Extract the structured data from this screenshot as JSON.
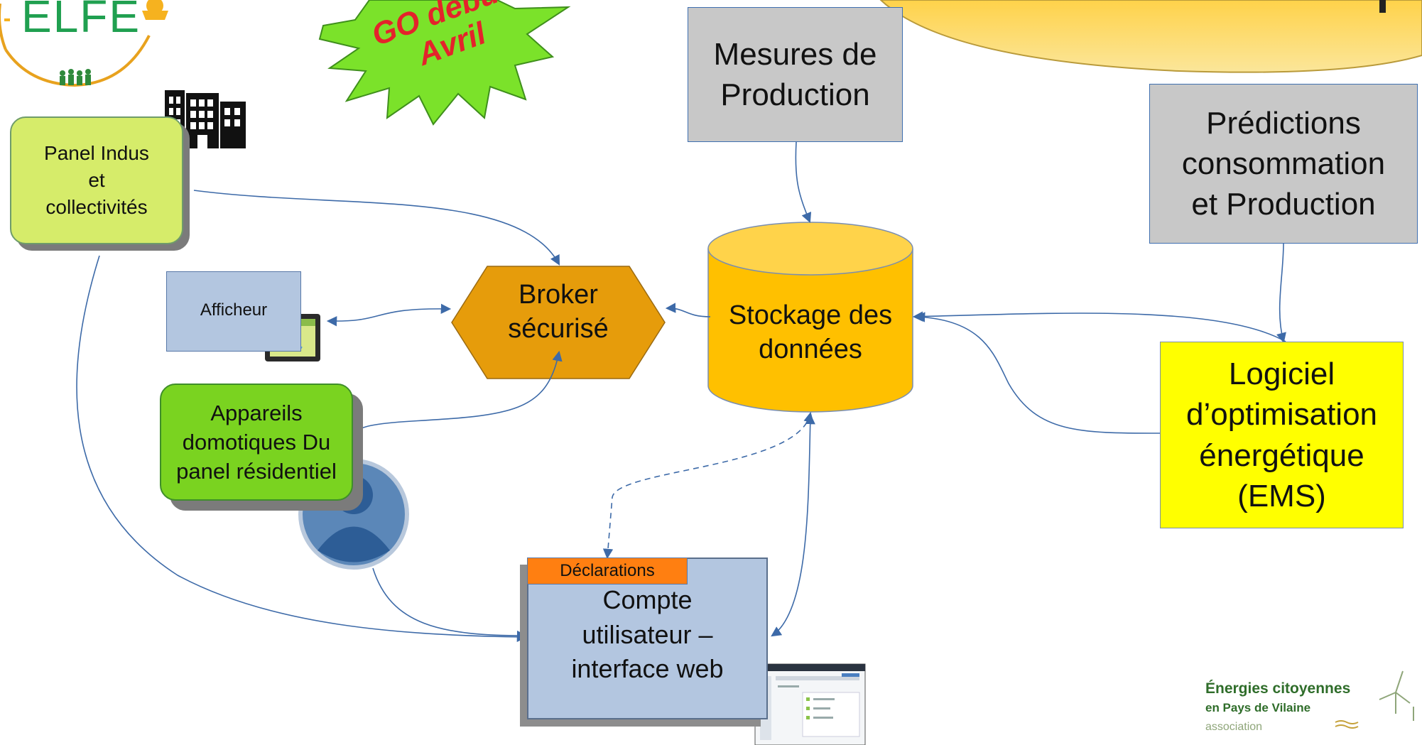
{
  "logo_elfe": {
    "text": "ELFE"
  },
  "burst": {
    "line1": "GO début",
    "line2": "Avril"
  },
  "nodes": {
    "mesures": {
      "label": "Mesures de Production"
    },
    "predictions": {
      "label": "Prédictions consommation et Production"
    },
    "panel_indus": {
      "label": "Panel Indus et collectivités"
    },
    "afficheur": {
      "label": "Afficheur"
    },
    "broker": {
      "label": "Broker sécurisé"
    },
    "stockage": {
      "label": "Stockage des données"
    },
    "appareils": {
      "label": "Appareils domotiques Du panel résidentiel"
    },
    "ems": {
      "label": "Logiciel d’optimisation énergétique (EMS)"
    },
    "declarations": {
      "label": "Déclarations"
    },
    "compte": {
      "label": "Compte utilisateur – interface web"
    }
  },
  "partner_logo": {
    "line1": "Énergies citoyennes",
    "line2": "en Pays de Vilaine",
    "line3": "association"
  },
  "colors": {
    "arrow": "#3d6aa8",
    "orange_fill": "#ffc000",
    "broker_fill": "#e69c0b",
    "burst_fill": "#7be22a",
    "burst_text": "#e4232b",
    "elfe_green": "#20a050",
    "elfe_orange": "#e8a21e"
  }
}
